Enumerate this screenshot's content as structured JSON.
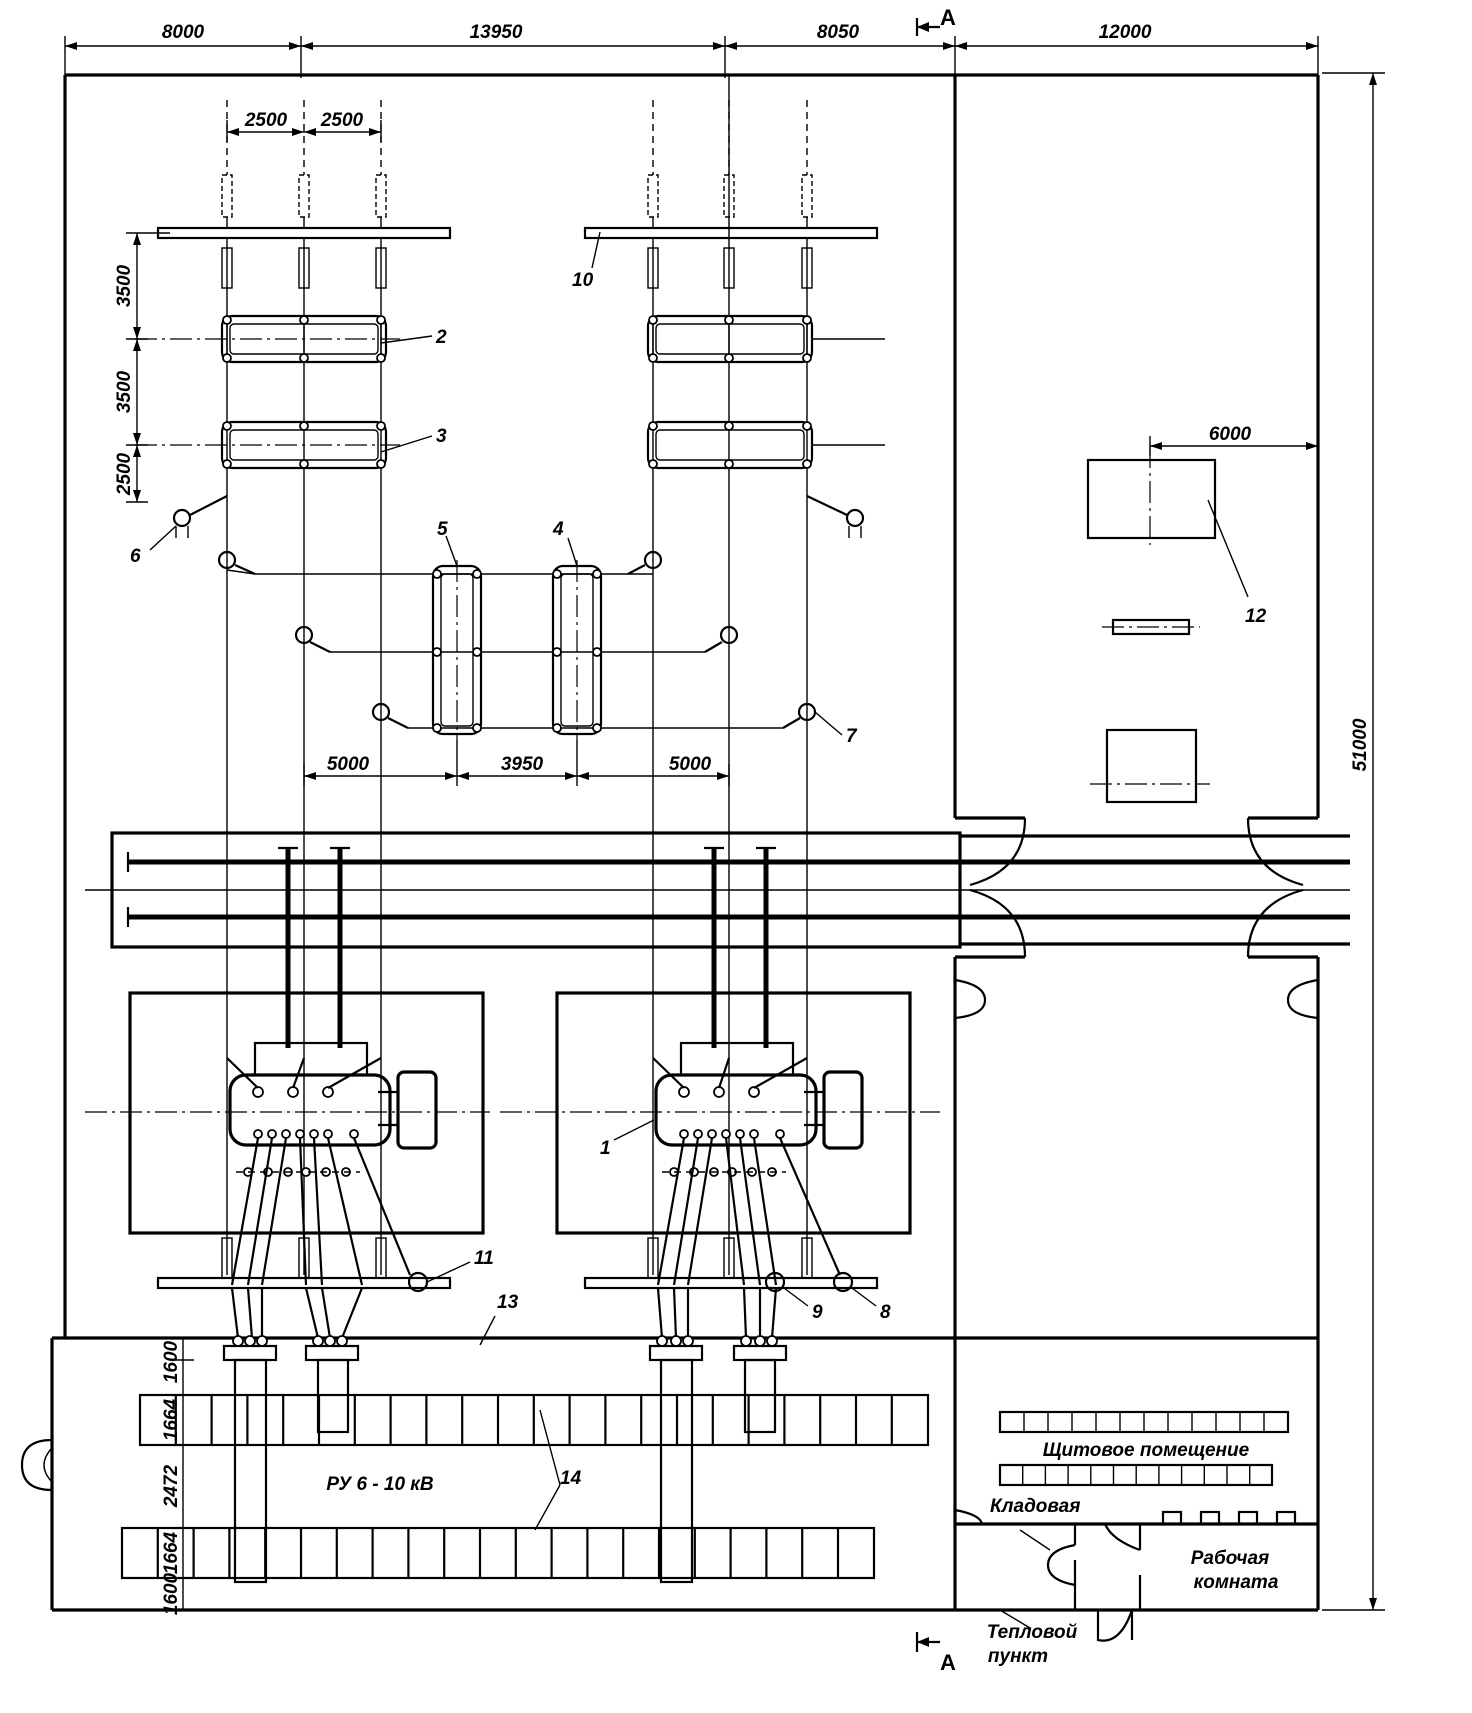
{
  "dimensions": {
    "top": [
      "8000",
      "13950",
      "8050",
      "12000"
    ],
    "busbar_spacing": [
      "2500",
      "2500"
    ],
    "left_vertical": [
      "3500",
      "3500",
      "2500"
    ],
    "mid_horizontal": [
      "5000",
      "3950",
      "5000"
    ],
    "overall_height": "51000",
    "right_room": "6000",
    "ru_vertical": [
      "1600",
      "1664",
      "2472",
      "1664",
      "1600"
    ]
  },
  "section_mark": "А",
  "callouts": [
    "1",
    "2",
    "3",
    "4",
    "5",
    "6",
    "7",
    "8",
    "9",
    "10",
    "11",
    "12",
    "13",
    "14"
  ],
  "rooms": {
    "ru": "РУ 6 - 10 кВ",
    "control_room": "Щитовое помещение",
    "storage": "Кладовая",
    "work_room_line1": "Рабочая",
    "work_room_line2": "комната",
    "heat_point_line1": "Тепловой",
    "heat_point_line2": "пункт"
  }
}
